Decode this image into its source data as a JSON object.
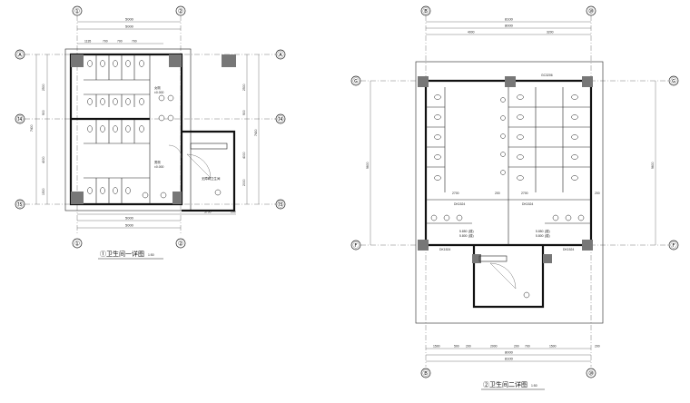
{
  "plan1": {
    "title": "①卫生间一详图",
    "scale": "1:50",
    "axes_top": [
      "①",
      "②"
    ],
    "axes_bottom": [
      "①",
      "②"
    ],
    "axes_left": [
      "Ⓐ",
      "⑭",
      "⑮"
    ],
    "axes_right": [
      "Ⓐ",
      "⑭",
      "⑮"
    ],
    "dims_top_total": "5000",
    "dims_top_sub": "5000",
    "dims_top_segments": [
      "1135",
      "700",
      "700",
      "700"
    ],
    "dims_bottom_total": "5000",
    "dims_bottom_segments": [
      "5000",
      "3700",
      "200"
    ],
    "dims_left_total": "7400",
    "dims_left_segments": [
      "2500",
      "900",
      "4000",
      "1500"
    ],
    "dims_right_total": "7400",
    "dims_right_segments": [
      "2500",
      "900",
      "4000",
      "2000"
    ],
    "room_labels": [
      "女厕",
      "男厕"
    ],
    "level_labels": [
      "±0.000",
      "±0.000"
    ],
    "notes": [
      "无障碍卫生间"
    ]
  },
  "plan2": {
    "title": "②卫生间二详图",
    "scale": "1:50",
    "axes_top": [
      "Ⓑ",
      "⑩"
    ],
    "axes_bottom": [
      "Ⓑ",
      "⑩"
    ],
    "axes_left": [
      "Ⓖ",
      "Ⓕ"
    ],
    "axes_right": [
      "Ⓖ",
      "Ⓕ"
    ],
    "dims_top_total": "8100",
    "dims_top_sub": "8000",
    "dims_top_segments": [
      "4000",
      "3200"
    ],
    "dims_bottom_segments": [
      "1500",
      "500",
      "200",
      "2000",
      "200",
      "700",
      "1500",
      "200"
    ],
    "dims_bottom_total": "8000",
    "dims_bottom_total2": "8100",
    "dims_left_total": "9600",
    "dims_right_total": "9600",
    "window_labels": [
      "GC3206",
      "DK1524",
      "DK1524",
      "DK1524",
      "DK1524"
    ],
    "level_labels": [
      "5.850",
      "5.800",
      "5.850",
      "5.800"
    ],
    "level_suffix": "(楼)",
    "inner_dims": [
      "2700",
      "2700",
      "200",
      "200"
    ]
  }
}
